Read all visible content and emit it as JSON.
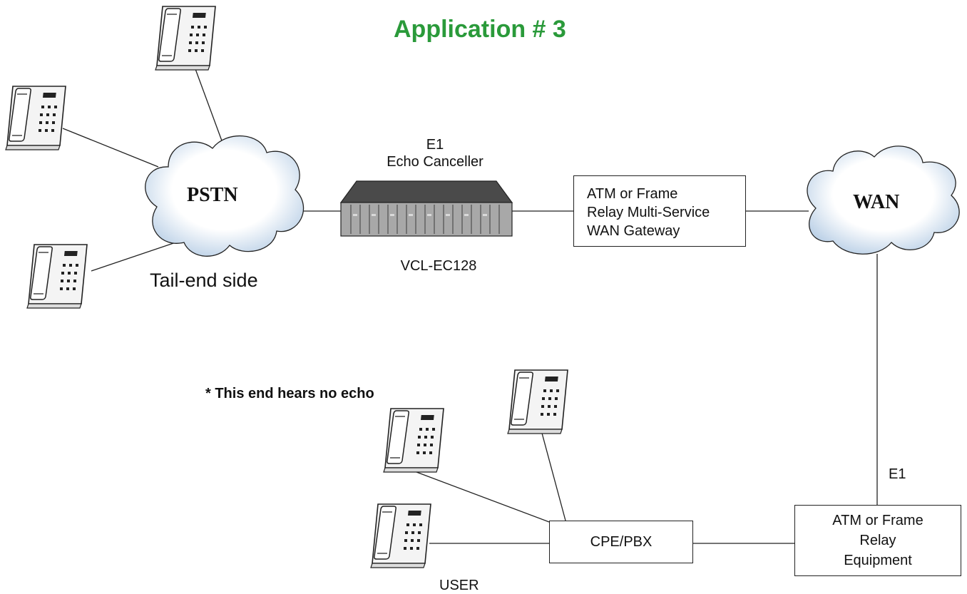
{
  "title": "Application # 3",
  "accent_color": "#2a9a3a",
  "clouds": {
    "pstn": "PSTN",
    "wan": "WAN"
  },
  "echo_canceller": {
    "line1": "E1",
    "line2": "Echo Canceller",
    "model": "VCL-EC128"
  },
  "tail_end_label": "Tail-end side",
  "gateway_box": {
    "line1": "ATM  or Frame",
    "line2": "Relay Multi-Service",
    "line3": "WAN Gateway"
  },
  "equipment_box": {
    "line1": "ATM  or Frame",
    "line2": "Relay",
    "line3": "Equipment"
  },
  "pbx_box": "CPE/PBX",
  "e1_link_label": "E1",
  "note": "*  This end hears no echo",
  "user_label": "USER",
  "icons": [
    "telephone-icon",
    "cloud-icon",
    "rack-unit-icon"
  ]
}
